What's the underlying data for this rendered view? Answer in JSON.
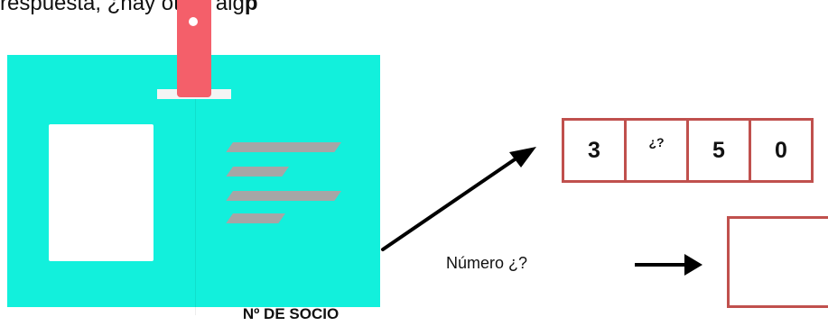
{
  "header": {
    "text_prefix": "respuesta, ¿hay otras alg",
    "text_bold": "p"
  },
  "card": {
    "member_label": "Nº DE SOCIO"
  },
  "digits": [
    "3",
    "¿?",
    "5",
    "0"
  ],
  "question": {
    "label": "Número ¿?"
  },
  "colors": {
    "card": "#12f0dc",
    "strap": "#f45f6a",
    "box_border": "#c0504d",
    "stripe": "#a6a6a6"
  }
}
